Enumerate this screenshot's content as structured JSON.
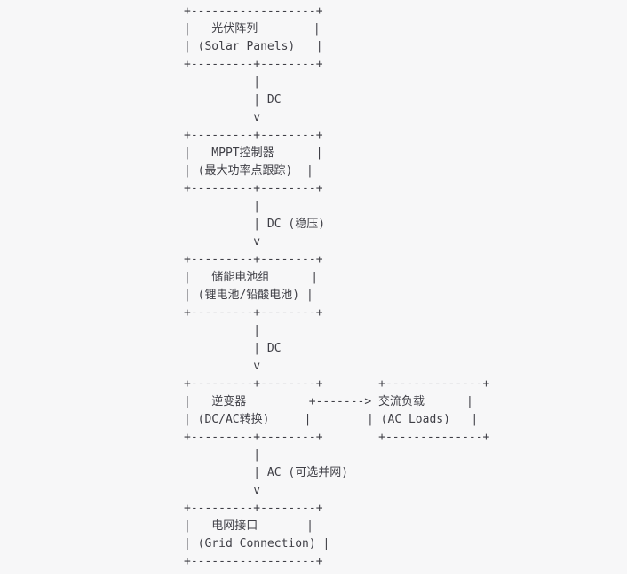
{
  "page": {
    "background_color": "#ffffff",
    "code_block_background": "#f7f7f8",
    "text_color": "#3f3f46"
  },
  "diagram": {
    "format": "ascii-flowchart",
    "lines": [
      "+------------------+",
      "|   光伏阵列        |",
      "| (Solar Panels)   |",
      "+---------+--------+",
      "          |",
      "          | DC",
      "          v",
      "+---------+--------+",
      "|   MPPT控制器      |",
      "| (最大功率点跟踪)  |",
      "+---------+--------+",
      "          |",
      "          | DC (稳压)",
      "          v",
      "+---------+--------+",
      "|   储能电池组      |",
      "| (锂电池/铅酸电池) |",
      "+---------+--------+",
      "          |",
      "          | DC",
      "          v",
      "+---------+--------+        +--------------+",
      "|   逆变器         +-------> 交流负载      |",
      "| (DC/AC转换)     |        | (AC Loads)   |",
      "+---------+--------+        +--------------+",
      "          |",
      "          | AC (可选并网)",
      "          v",
      "+---------+--------+",
      "|   电网接口       |",
      "| (Grid Connection) |",
      "+------------------+"
    ],
    "nodes": [
      {
        "title": "光伏阵列",
        "subtitle": "(Solar Panels)"
      },
      {
        "title": "MPPT控制器",
        "subtitle": "(最大功率点跟踪)"
      },
      {
        "title": "储能电池组",
        "subtitle": "(锂电池/铅酸电池)"
      },
      {
        "title": "逆变器",
        "subtitle": "(DC/AC转换)"
      },
      {
        "title": "交流负载",
        "subtitle": "(AC Loads)"
      },
      {
        "title": "电网接口",
        "subtitle": "(Grid Connection)"
      }
    ],
    "edges": [
      {
        "from": "光伏阵列",
        "to": "MPPT控制器",
        "label": "DC",
        "direction": "down"
      },
      {
        "from": "MPPT控制器",
        "to": "储能电池组",
        "label": "DC (稳压)",
        "direction": "down"
      },
      {
        "from": "储能电池组",
        "to": "逆变器",
        "label": "DC",
        "direction": "down"
      },
      {
        "from": "逆变器",
        "to": "交流负载",
        "label": "",
        "direction": "right"
      },
      {
        "from": "逆变器",
        "to": "电网接口",
        "label": "AC (可选并网)",
        "direction": "down"
      }
    ]
  }
}
